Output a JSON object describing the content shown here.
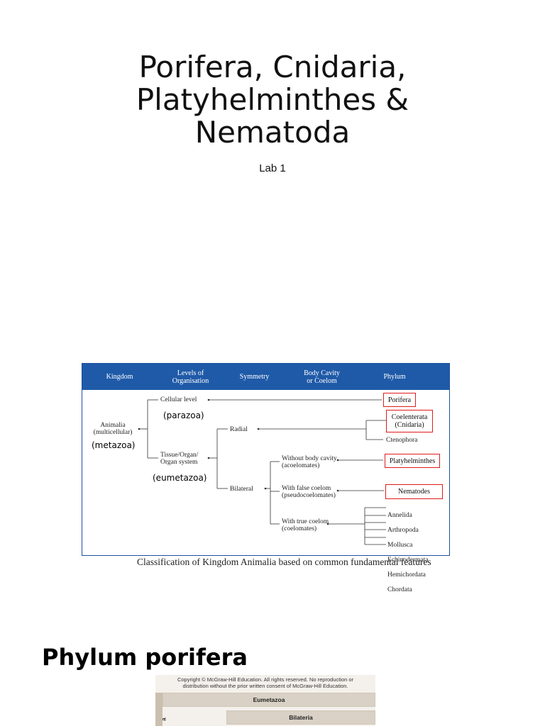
{
  "slide": {
    "title_lines": [
      "Porifera, Cnidaria,",
      "Platyhelminthes &",
      "Nematoda"
    ],
    "subtitle": "Lab 1"
  },
  "figure": {
    "headers": {
      "kingdom": "Kingdom",
      "levels": "Levels of\nOrganisation",
      "symmetry": "Symmetry",
      "body_cavity": "Body Cavity\nor Coelom",
      "phylum": "Phylum"
    },
    "animalia": "Animalia\n(multicellular)",
    "cellular_level": "Cellular level",
    "tissue_level": "Tissue/Organ/\nOrgan system",
    "radial": "Radial",
    "bilateral": "Bilateral",
    "without_cavity": "Without body cavity\n(acoelomates)",
    "false_coelom": "With false coelom\n(pseudocoelomates)",
    "true_coelom": "With true coelom\n(coelomates)",
    "porifera": "Porifera",
    "coelenterata": "Coelenterata\n(Cnidaria)",
    "ctenophora": "Ctenophora",
    "platyhelminthes": "Platyhelminthes",
    "nematodes": "Nematodes",
    "coelomate_phyla": [
      "Annelida",
      "Arthropoda",
      "Mollusca",
      "Echinodermata",
      "Hemichordata",
      "Chordata"
    ],
    "annotations": {
      "parazoa": "(parazoa)",
      "metazoa": "(metazoa)",
      "eumetazoa": "(eumetazoa)"
    },
    "colors": {
      "header": "#1f5aa8",
      "highlight_box": "#e01b1b"
    }
  },
  "caption": "Classification of Kingdom Animalia based on common fundamental features",
  "section_heading": "Phylum porifera",
  "figure2": {
    "copyright": "Copyright © McGraw-Hill Education. All rights reserved. No reproduction or\ndistribution without the prior written consent of McGraw-Hill Education.",
    "band1": "Eumetazoa",
    "band2": "Bilateria",
    "side_label": "a"
  }
}
